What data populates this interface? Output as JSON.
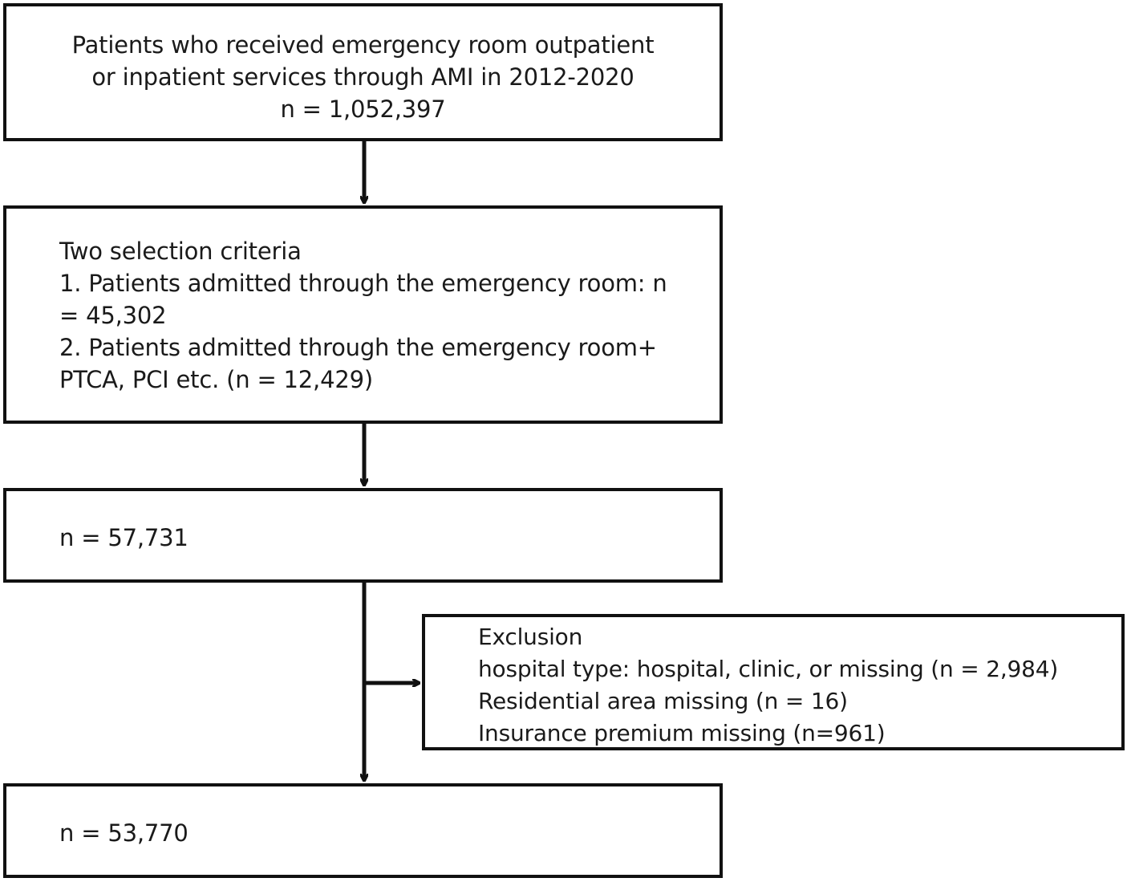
{
  "flowchart": {
    "boxes": [
      {
        "id": "initial-population",
        "lines": [
          "Patients who received emergency room outpatient",
          "or inpatient services through AMI in 2012-2020",
          "n = 1,052,397"
        ]
      },
      {
        "id": "selection-criteria",
        "lines": [
          "Two selection criteria",
          "1. Patients admitted through the emergency room: n",
          "= 45,302",
          "2. Patients admitted through the emergency room+",
          "PTCA, PCI etc. (n = 12,429)"
        ]
      },
      {
        "id": "selected-population",
        "lines": [
          "n = 57,731"
        ]
      },
      {
        "id": "exclusion",
        "lines": [
          "Exclusion",
          "hospital type: hospital, clinic, or missing (n = 2,984)",
          "Residential area missing (n = 16)",
          "Insurance premium missing (n=961)"
        ]
      },
      {
        "id": "final-population",
        "lines": [
          "n = 53,770"
        ]
      }
    ],
    "colors": {
      "border": "#111111",
      "text": "#1a1a1a",
      "background": "#ffffff"
    }
  }
}
